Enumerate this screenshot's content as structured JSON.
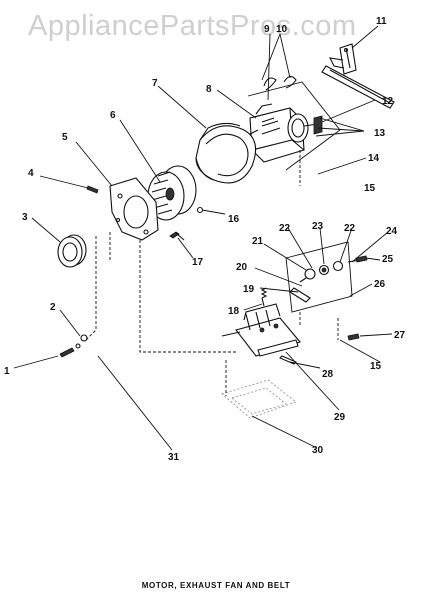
{
  "watermark": "AppliancePartsPros.com",
  "caption": "MOTOR, EXHAUST FAN AND BELT",
  "callouts": [
    {
      "id": "c1",
      "label": "1"
    },
    {
      "id": "c2",
      "label": "2"
    },
    {
      "id": "c3",
      "label": "3"
    },
    {
      "id": "c4",
      "label": "4"
    },
    {
      "id": "c5",
      "label": "5"
    },
    {
      "id": "c6",
      "label": "6"
    },
    {
      "id": "c7",
      "label": "7"
    },
    {
      "id": "c8",
      "label": "8"
    },
    {
      "id": "c9",
      "label": "9"
    },
    {
      "id": "c10",
      "label": "10"
    },
    {
      "id": "c11",
      "label": "11"
    },
    {
      "id": "c12",
      "label": "12"
    },
    {
      "id": "c13",
      "label": "13"
    },
    {
      "id": "c14",
      "label": "14"
    },
    {
      "id": "c15a",
      "label": "15"
    },
    {
      "id": "c15b",
      "label": "15"
    },
    {
      "id": "c16",
      "label": "16"
    },
    {
      "id": "c17",
      "label": "17"
    },
    {
      "id": "c18",
      "label": "18"
    },
    {
      "id": "c19",
      "label": "19"
    },
    {
      "id": "c20",
      "label": "20"
    },
    {
      "id": "c21",
      "label": "21"
    },
    {
      "id": "c22a",
      "label": "22"
    },
    {
      "id": "c22b",
      "label": "22"
    },
    {
      "id": "c23",
      "label": "23"
    },
    {
      "id": "c24",
      "label": "24"
    },
    {
      "id": "c25",
      "label": "25"
    },
    {
      "id": "c26",
      "label": "26"
    },
    {
      "id": "c27",
      "label": "27"
    },
    {
      "id": "c28",
      "label": "28"
    },
    {
      "id": "c29",
      "label": "29"
    },
    {
      "id": "c30",
      "label": "30"
    },
    {
      "id": "c31",
      "label": "31"
    }
  ]
}
